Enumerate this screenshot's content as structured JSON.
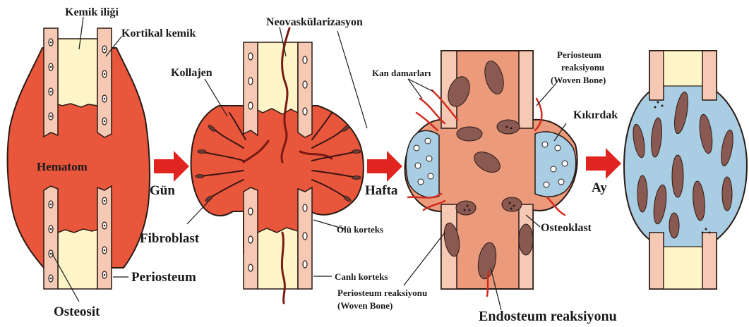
{
  "colors": {
    "hematoma": "#e8563c",
    "marrow": "#fdf5c8",
    "cortex": "#f6c9b4",
    "callus": "#eb9a7c",
    "cartilage": "#a9cde2",
    "woven_bone": "#8a5a52",
    "vessel": "#d42a1e",
    "arrow": "#e02420",
    "outline": "#2a1a14"
  },
  "labels": {
    "bone_marrow": "Kemik iliği",
    "cortical_bone": "Kortikal kemik",
    "hematoma": "Hematom",
    "periosteum": "Periosteum",
    "osteocyte": "Osteosit",
    "neovascularization": "Neovaskülarizasyon",
    "collagen": "Kollajen",
    "fibroblast": "Fibroblast",
    "dead_cortex": "Ölü korteks",
    "living_cortex": "Canlı korteks",
    "blood_vessels": "Kan damarları",
    "periosteum_reaction_top_1": "Periosteum",
    "periosteum_reaction_top_2": "reaksiyonu",
    "periosteum_reaction_top_3": "(Woven Bone)",
    "cartilage": "Kıkırdak",
    "osteoclast": "Osteoklast",
    "periosteum_reaction_bottom_1": "Periosteum reaksiyonu",
    "periosteum_reaction_bottom_2": "(Woven Bone)",
    "endosteum_reaction": "Endosteum reaksiyonu"
  },
  "stages": {
    "day": "Gün",
    "week": "Hafta",
    "month": "Ay"
  },
  "icons": [
    "right-arrow-icon"
  ]
}
